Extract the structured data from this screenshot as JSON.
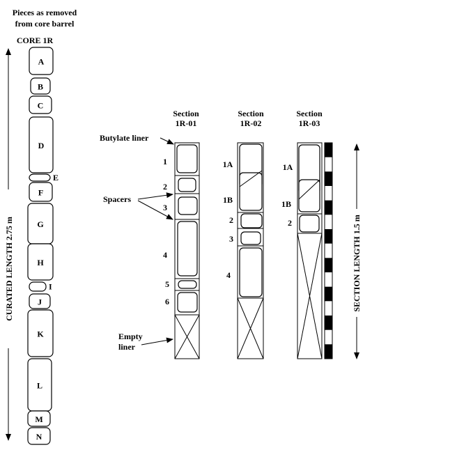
{
  "header": {
    "title_line1": "Pieces as removed",
    "title_line2": "from core barrel",
    "core_label": "CORE 1R"
  },
  "core_axis_label": "CURATED LENGTH 2.75 m",
  "core_pieces": [
    "A",
    "B",
    "C",
    "D",
    "E",
    "F",
    "G",
    "H",
    "I",
    "J",
    "K",
    "L",
    "M",
    "N"
  ],
  "sections": [
    {
      "title": "Section",
      "id": "1R-01",
      "pieces": [
        "1",
        "2",
        "3",
        "4",
        "5",
        "6"
      ]
    },
    {
      "title": "Section",
      "id": "1R-02",
      "pieces": [
        "1A",
        "1B",
        "2",
        "3",
        "4"
      ]
    },
    {
      "title": "Section",
      "id": "1R-03",
      "pieces": [
        "1A",
        "1B",
        "2"
      ]
    }
  ],
  "annotations": {
    "butylate": "Butylate liner",
    "spacers": "Spacers",
    "empty1": "Empty",
    "empty2": "liner"
  },
  "scale_label": "SECTION LENGTH 1.5 m"
}
